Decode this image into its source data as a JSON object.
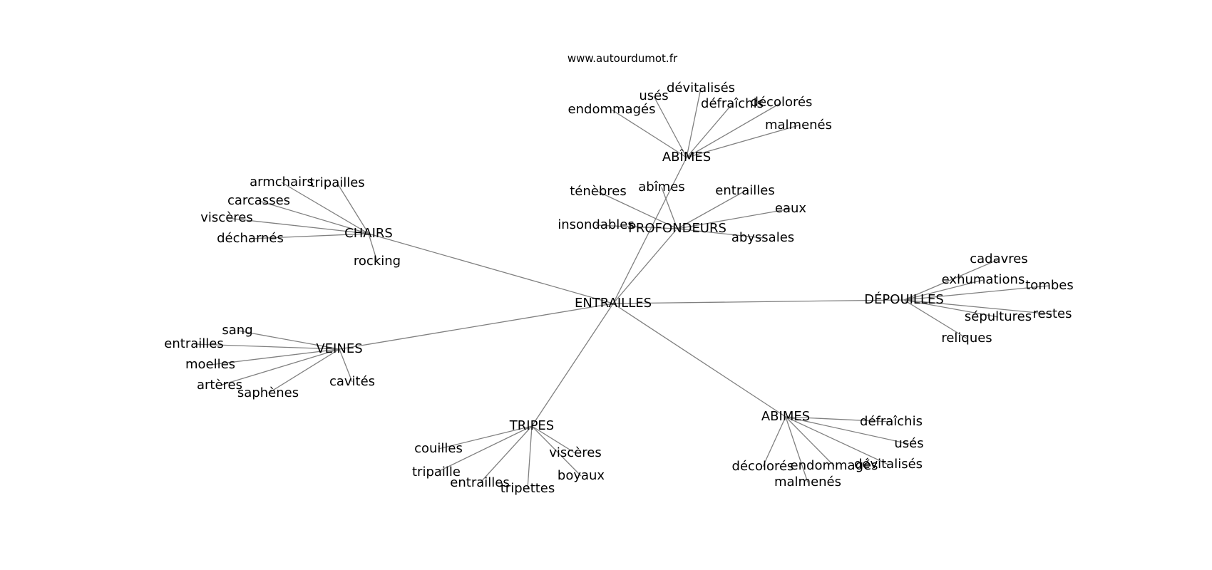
{
  "site": "www.autourdumot.fr",
  "center": {
    "id": "center",
    "label": "ENTRAILLES"
  },
  "hubs": [
    {
      "id": "chairs",
      "label": "CHAIRS",
      "leaves": [
        "armchairs",
        "tripailles",
        "carcasses",
        "viscères",
        "décharnés",
        "rocking"
      ]
    },
    {
      "id": "abimes-accent",
      "label": "ABÎMES",
      "leaves": [
        "endommagés",
        "usés",
        "dévitalisés",
        "défraîchis",
        "décolorés",
        "malmenés"
      ]
    },
    {
      "id": "profondeurs",
      "label": "PROFONDEURS",
      "leaves": [
        "ténèbres",
        "abîmes",
        "entrailles",
        "eaux",
        "insondables",
        "abyssales"
      ]
    },
    {
      "id": "depouilles",
      "label": "DÉPOUILLES",
      "leaves": [
        "cadavres",
        "exhumations",
        "tombes",
        "sépultures",
        "restes",
        "reliques"
      ]
    },
    {
      "id": "veines",
      "label": "VEINES",
      "leaves": [
        "sang",
        "entrailles",
        "moelles",
        "artères",
        "saphènes",
        "cavités"
      ]
    },
    {
      "id": "tripes",
      "label": "TRIPES",
      "leaves": [
        "couilles",
        "tripaille",
        "entrailles",
        "tripettes",
        "viscères",
        "boyaux"
      ]
    },
    {
      "id": "abimes-plain",
      "label": "ABIMES",
      "leaves": [
        "défraîchis",
        "usés",
        "dévitalisés",
        "endommagés",
        "malmenés",
        "décolorés"
      ]
    }
  ],
  "colors": {
    "edge": "#808080",
    "text": "#000000",
    "background": "#ffffff"
  }
}
